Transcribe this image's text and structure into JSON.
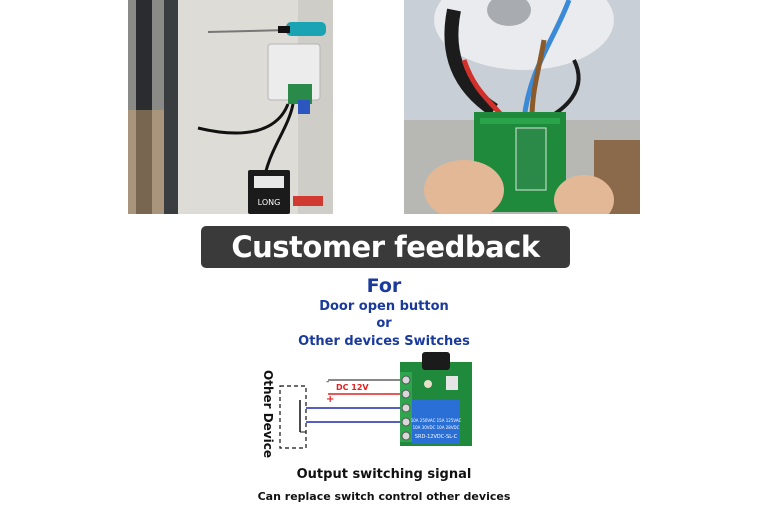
{
  "banner": {
    "title": "Customer feedback"
  },
  "heading": {
    "for": "For",
    "line1": "Door open button",
    "line2": "or",
    "line3": "Other devices Switches"
  },
  "diagram": {
    "side_label": "Other Device",
    "voltage_label": "DC 12V",
    "plus": "+",
    "minus": "-",
    "relay_text_1": "10A 250VAC 15A 125VAC",
    "relay_text_2": "10A 30VDC 10A 28VDC",
    "relay_model": "SRD-12VDC-SL-C",
    "colors": {
      "red_wire": "#e02020",
      "blue_wire": "#1a2ab0",
      "board": "#1f8a3c",
      "relay": "#2a6fd6"
    }
  },
  "footer": {
    "line1": "Output switching signal",
    "line2": "Can replace switch control other devices"
  },
  "photos": {
    "left_brand": "LONG"
  }
}
